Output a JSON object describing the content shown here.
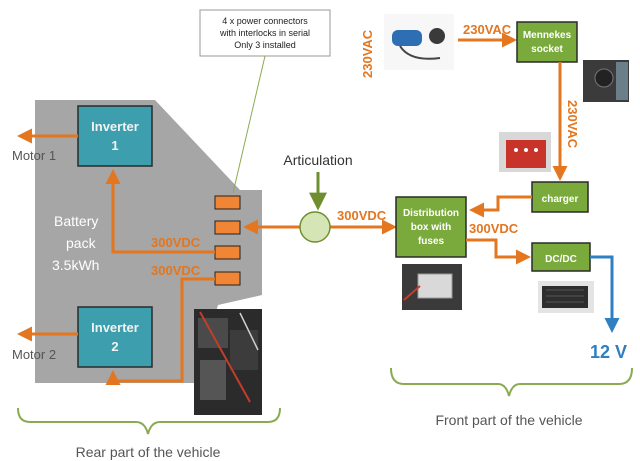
{
  "annotation": {
    "line1": "4 x power connectors",
    "line2": "with interlocks in serial",
    "line3": "Only 3 installed"
  },
  "inverters": [
    {
      "label_line1": "Inverter",
      "label_line2": "1",
      "motor": "Motor 1"
    },
    {
      "label_line1": "Inverter",
      "label_line2": "2",
      "motor": "Motor 2"
    }
  ],
  "battery": {
    "line1": "Battery",
    "line2": "pack",
    "line3": "3.5kWh"
  },
  "voltages": {
    "inv1_link": "300VDC",
    "inv2_link": "300VDC",
    "articulation_link": "300VDC",
    "dist_to_dcdc": "300VDC",
    "charger_plug_out": "230VAC",
    "charger_plug_in": "230VAC",
    "socket_to_charger": "230VAC",
    "low_voltage_out": "12 V"
  },
  "articulation": "Articulation",
  "boxes": {
    "mennekes_line1": "Mennekes",
    "mennekes_line2": "socket",
    "charger": "charger",
    "distribution_line1": "Distribution",
    "distribution_line2": "box with",
    "distribution_line3": "fuses",
    "dcdc": "DC/DC"
  },
  "sections": {
    "rear": "Rear part of the vehicle",
    "front": "Front part of the vehicle"
  },
  "colors": {
    "battery_fill": "#a6a6a6",
    "inverter_fill": "#3d9fae",
    "box_fill": "#7aaa3c",
    "connector_fill": "#f08536",
    "power_line": "#e3761f",
    "articulation_fill": "#d5e5b5",
    "low_voltage_line": "#2f7fc1",
    "bracket": "#8aab52",
    "motor_text": "#555555"
  }
}
